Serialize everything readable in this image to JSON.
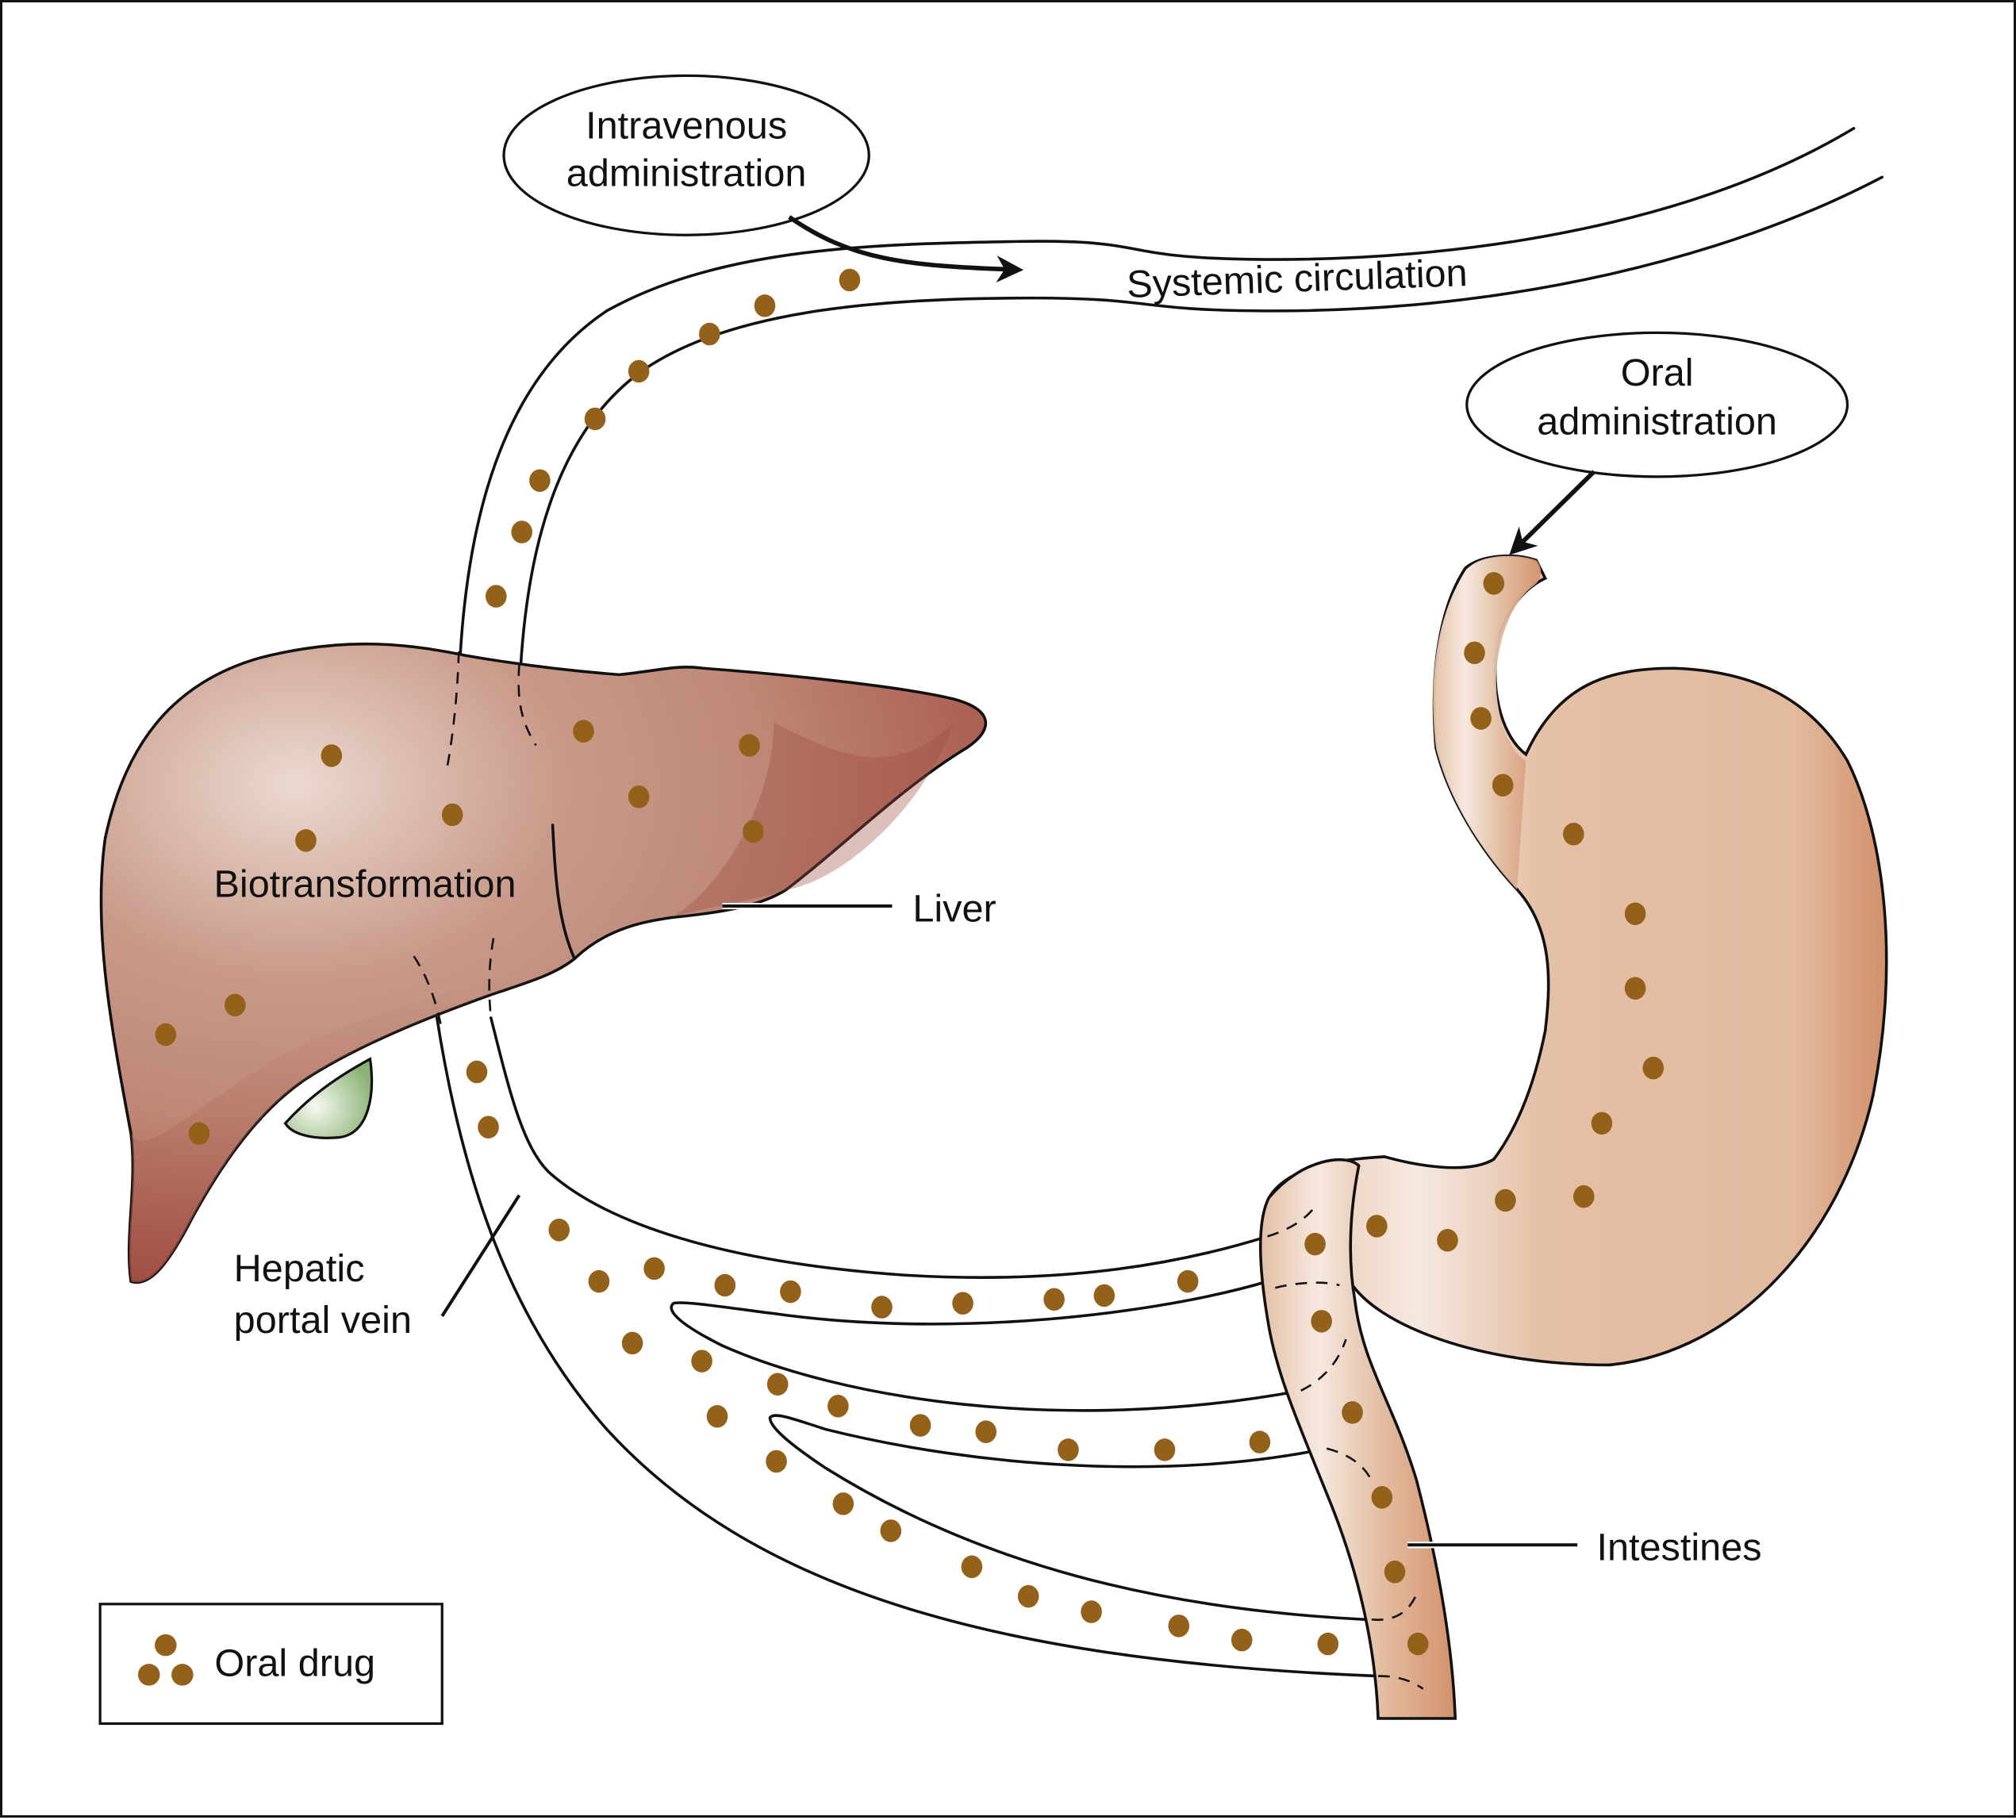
{
  "diagram": {
    "title": "Oral vs intravenous drug administration and hepatic first-pass biotransformation",
    "labels": {
      "intravenous_line1": "Intravenous",
      "intravenous_line2": "administration",
      "systemic": "Systemic circulation",
      "oral_line1": "Oral",
      "oral_line2": "administration",
      "biotransformation": "Biotransformation",
      "liver": "Liver",
      "hepatic_line1": "Hepatic",
      "hepatic_line2": "portal vein",
      "intestines": "Intestines"
    },
    "legend": {
      "label": "Oral drug",
      "icon": "three-dot-cluster-icon"
    },
    "colors": {
      "drug_dot": "#94611A",
      "liver_light": "#E8D2C8",
      "liver_mid": "#BE8877",
      "liver_dark": "#9E4A3E",
      "gallbladder": "#8AB274",
      "gallbladder_light": "#F2F6EE",
      "stomach": "#E4C0A6",
      "stomach_edge": "#D4916C",
      "stomach_highlight": "#F6E9E0",
      "outline": "#111111"
    },
    "organs": [
      "liver",
      "gallbladder",
      "stomach",
      "esophagus",
      "intestines"
    ],
    "vessels": [
      "systemic circulation",
      "hepatic portal vein",
      "mesenteric branches"
    ]
  }
}
